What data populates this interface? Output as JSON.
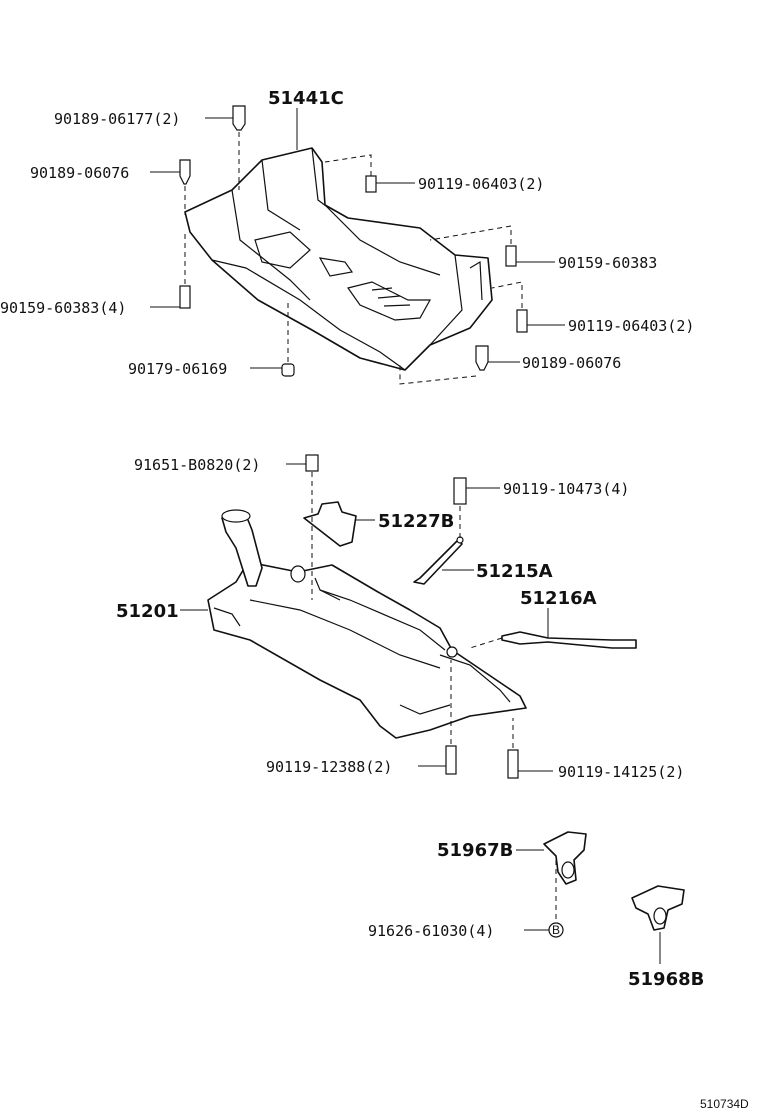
{
  "labels": {
    "l_51441C": "51441C",
    "l_90189_06177": "90189-06177(2)",
    "l_90189_06076_a": "90189-06076",
    "l_90119_06403_a": "90119-06403(2)",
    "l_90159_60383_r": "90159-60383",
    "l_90159_60383_l": "90159-60383(4)",
    "l_90119_06403_b": "90119-06403(2)",
    "l_90179_06169": "90179-06169",
    "l_90189_06076_b": "90189-06076",
    "l_91651_B0820": "91651-B0820(2)",
    "l_90119_10473": "90119-10473(4)",
    "l_51227B": "51227B",
    "l_51215A": "51215A",
    "l_51201": "51201",
    "l_51216A": "51216A",
    "l_90119_12388": "90119-12388(2)",
    "l_90119_14125": "90119-14125(2)",
    "l_51967B": "51967B",
    "l_91626_61030": "91626-61030(4)",
    "l_51968B": "51968B"
  },
  "diagram_code": "510734D"
}
